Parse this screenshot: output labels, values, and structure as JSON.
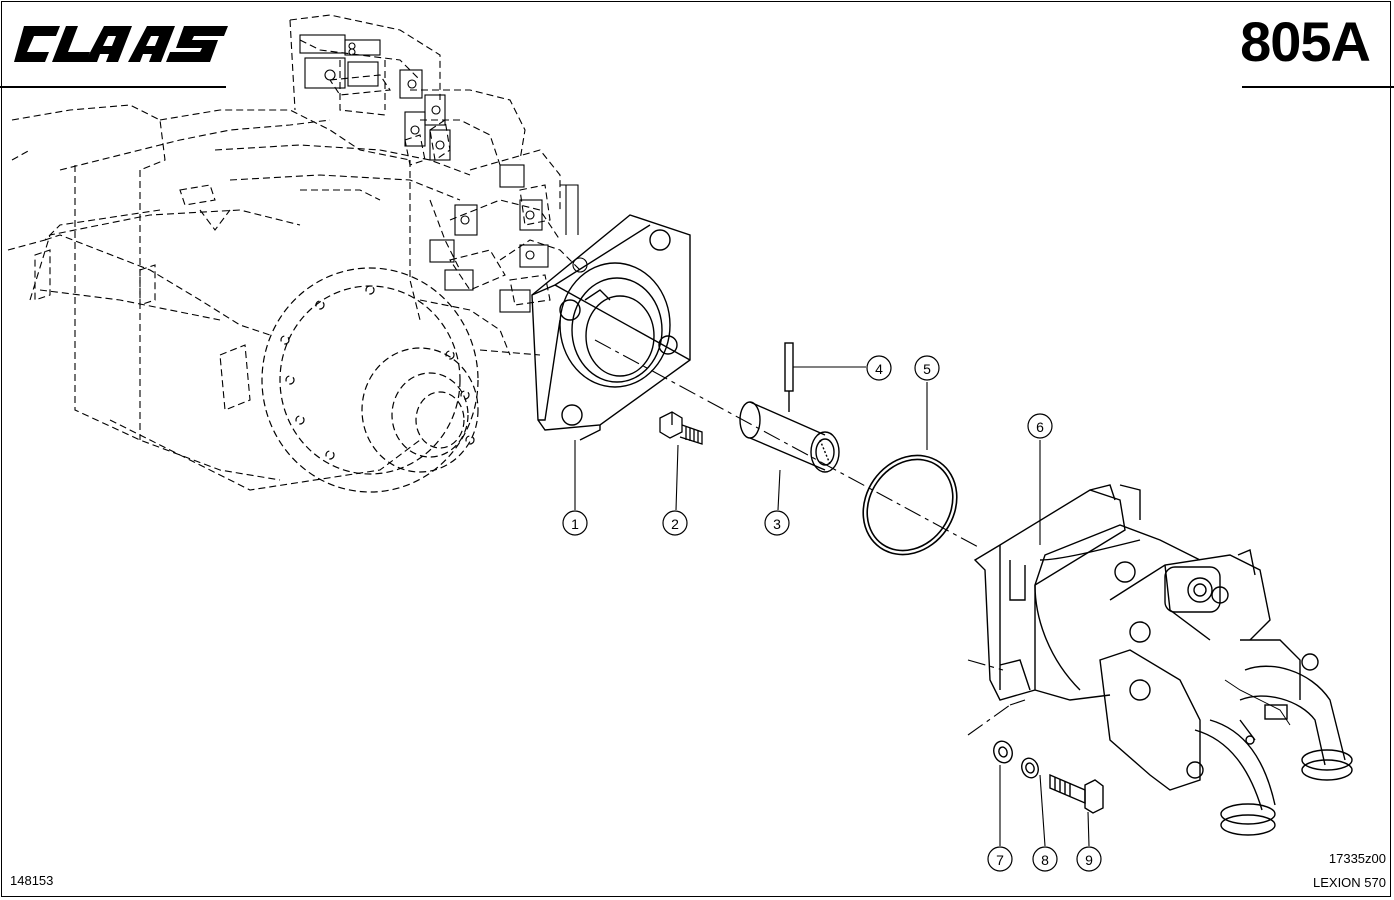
{
  "header": {
    "brand": "CLAAS",
    "page_number": "805A"
  },
  "footer": {
    "doc_number": "148153",
    "figure_id": "17335z00",
    "model": "LEXION 570"
  },
  "callouts": [
    {
      "number": "1",
      "part": "flange"
    },
    {
      "number": "2",
      "part": "screw"
    },
    {
      "number": "3",
      "part": "coupling-sleeve"
    },
    {
      "number": "4",
      "part": "pin"
    },
    {
      "number": "5",
      "part": "o-ring"
    },
    {
      "number": "6",
      "part": "hydraulic-pump"
    },
    {
      "number": "7",
      "part": "washer"
    },
    {
      "number": "8",
      "part": "lock-washer"
    },
    {
      "number": "9",
      "part": "bolt"
    }
  ],
  "colors": {
    "line": "#000000",
    "background": "#ffffff"
  }
}
